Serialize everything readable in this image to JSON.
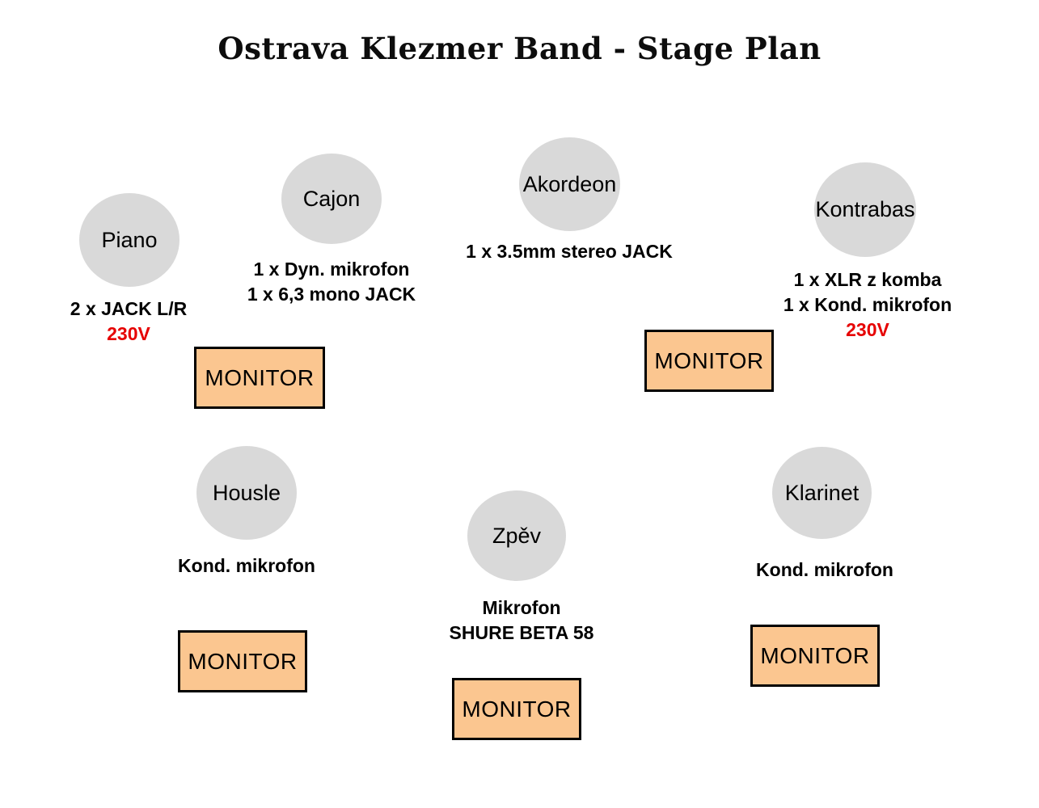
{
  "title": "Ostrava Klezmer Band - Stage Plan",
  "colors": {
    "page_bg": "#ffffff",
    "circle_fill": "#d9d9d9",
    "monitor_fill": "#fbc690",
    "monitor_border": "#000000",
    "text": "#000000",
    "power_red": "#e60000"
  },
  "monitor_label": "MONITOR",
  "instruments": [
    {
      "id": "piano",
      "name": "Piano",
      "lines": [
        "2 x JACK L/R"
      ],
      "power": "230V"
    },
    {
      "id": "cajon",
      "name": "Cajon",
      "lines": [
        "1 x Dyn. mikrofon",
        "1 x 6,3 mono JACK"
      ]
    },
    {
      "id": "akordeon",
      "name": "Akordeon",
      "lines": [
        "1 x 3.5mm stereo JACK"
      ]
    },
    {
      "id": "kontrabas",
      "name": "Kontrabas",
      "lines": [
        "1 x XLR z komba",
        "1 x Kond. mikrofon"
      ],
      "power": "230V"
    },
    {
      "id": "housle",
      "name": "Housle",
      "lines": [
        "Kond. mikrofon"
      ]
    },
    {
      "id": "zpev",
      "name": "Zpěv",
      "lines": [
        "Mikrofon",
        "SHURE BETA 58"
      ]
    },
    {
      "id": "klarinet",
      "name": "Klarinet",
      "lines": [
        "Kond. mikrofon"
      ]
    }
  ],
  "monitor_count": 5
}
